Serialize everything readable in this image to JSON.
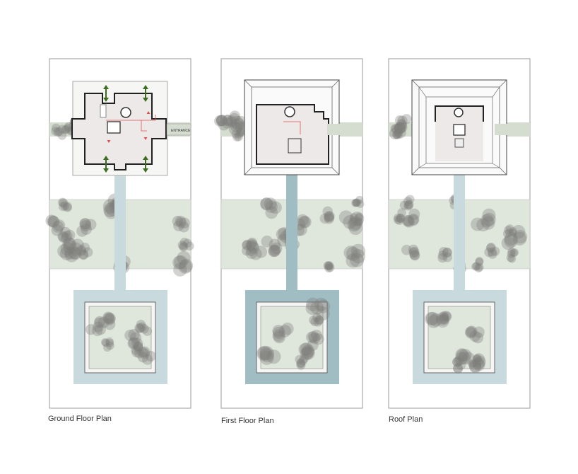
{
  "panels": [
    {
      "title": "Ground Floor Plan",
      "type": "ground"
    },
    {
      "title": "First Floor Plan",
      "type": "first"
    },
    {
      "title": "Roof Plan",
      "type": "roof"
    }
  ],
  "entrance_label": "ENTRANCE",
  "colors": {
    "outline": "#999999",
    "road": "#d5ddd0",
    "trees_band": "#dfe6dc",
    "walkway": "#c9dadf",
    "walkway_dark": "#9fbdc3",
    "floor": "#ece9e8",
    "arrow": "#3d6e1f",
    "route": "#e05050"
  }
}
